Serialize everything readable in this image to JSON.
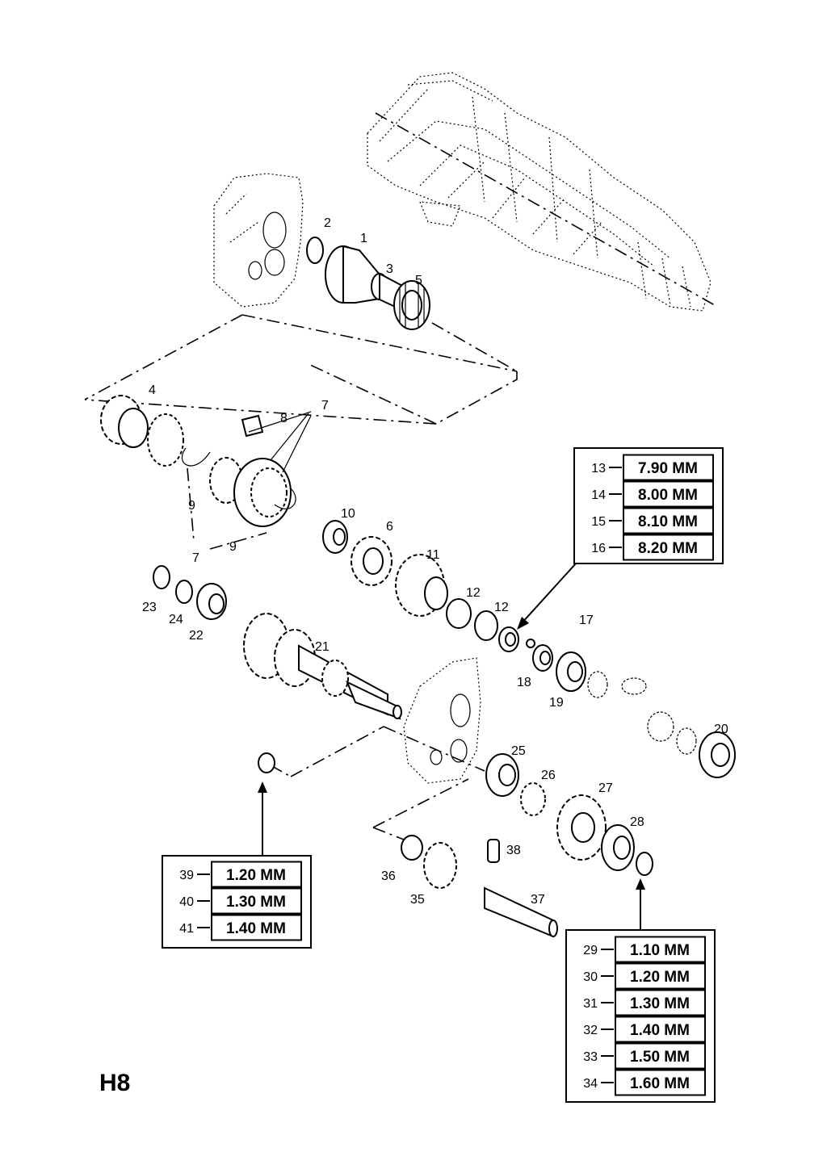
{
  "page_label": "H8",
  "callouts": {
    "c1": "1",
    "c2": "2",
    "c3": "3",
    "c4": "4",
    "c5": "5",
    "c6": "6",
    "c7a": "7",
    "c7b": "7",
    "c8": "8",
    "c9a": "9",
    "c9b": "9",
    "c10": "10",
    "c11": "11",
    "c12a": "12",
    "c12b": "12",
    "c17": "17",
    "c18": "18",
    "c19": "19",
    "c20": "20",
    "c21": "21",
    "c22": "22",
    "c23": "23",
    "c24": "24",
    "c25": "25",
    "c26": "26",
    "c27": "27",
    "c28": "28",
    "c35": "35",
    "c36": "36",
    "c37": "37",
    "c38": "38"
  },
  "shim_table_a": [
    {
      "ref": "13",
      "size": "7.90 MM"
    },
    {
      "ref": "14",
      "size": "8.00 MM"
    },
    {
      "ref": "15",
      "size": "8.10 MM"
    },
    {
      "ref": "16",
      "size": "8.20 MM"
    }
  ],
  "shim_table_b": [
    {
      "ref": "39",
      "size": "1.20 MM"
    },
    {
      "ref": "40",
      "size": "1.30 MM"
    },
    {
      "ref": "41",
      "size": "1.40 MM"
    }
  ],
  "shim_table_c": [
    {
      "ref": "29",
      "size": "1.10 MM"
    },
    {
      "ref": "30",
      "size": "1.20 MM"
    },
    {
      "ref": "31",
      "size": "1.30 MM"
    },
    {
      "ref": "32",
      "size": "1.40 MM"
    },
    {
      "ref": "33",
      "size": "1.50 MM"
    },
    {
      "ref": "34",
      "size": "1.60 MM"
    }
  ]
}
